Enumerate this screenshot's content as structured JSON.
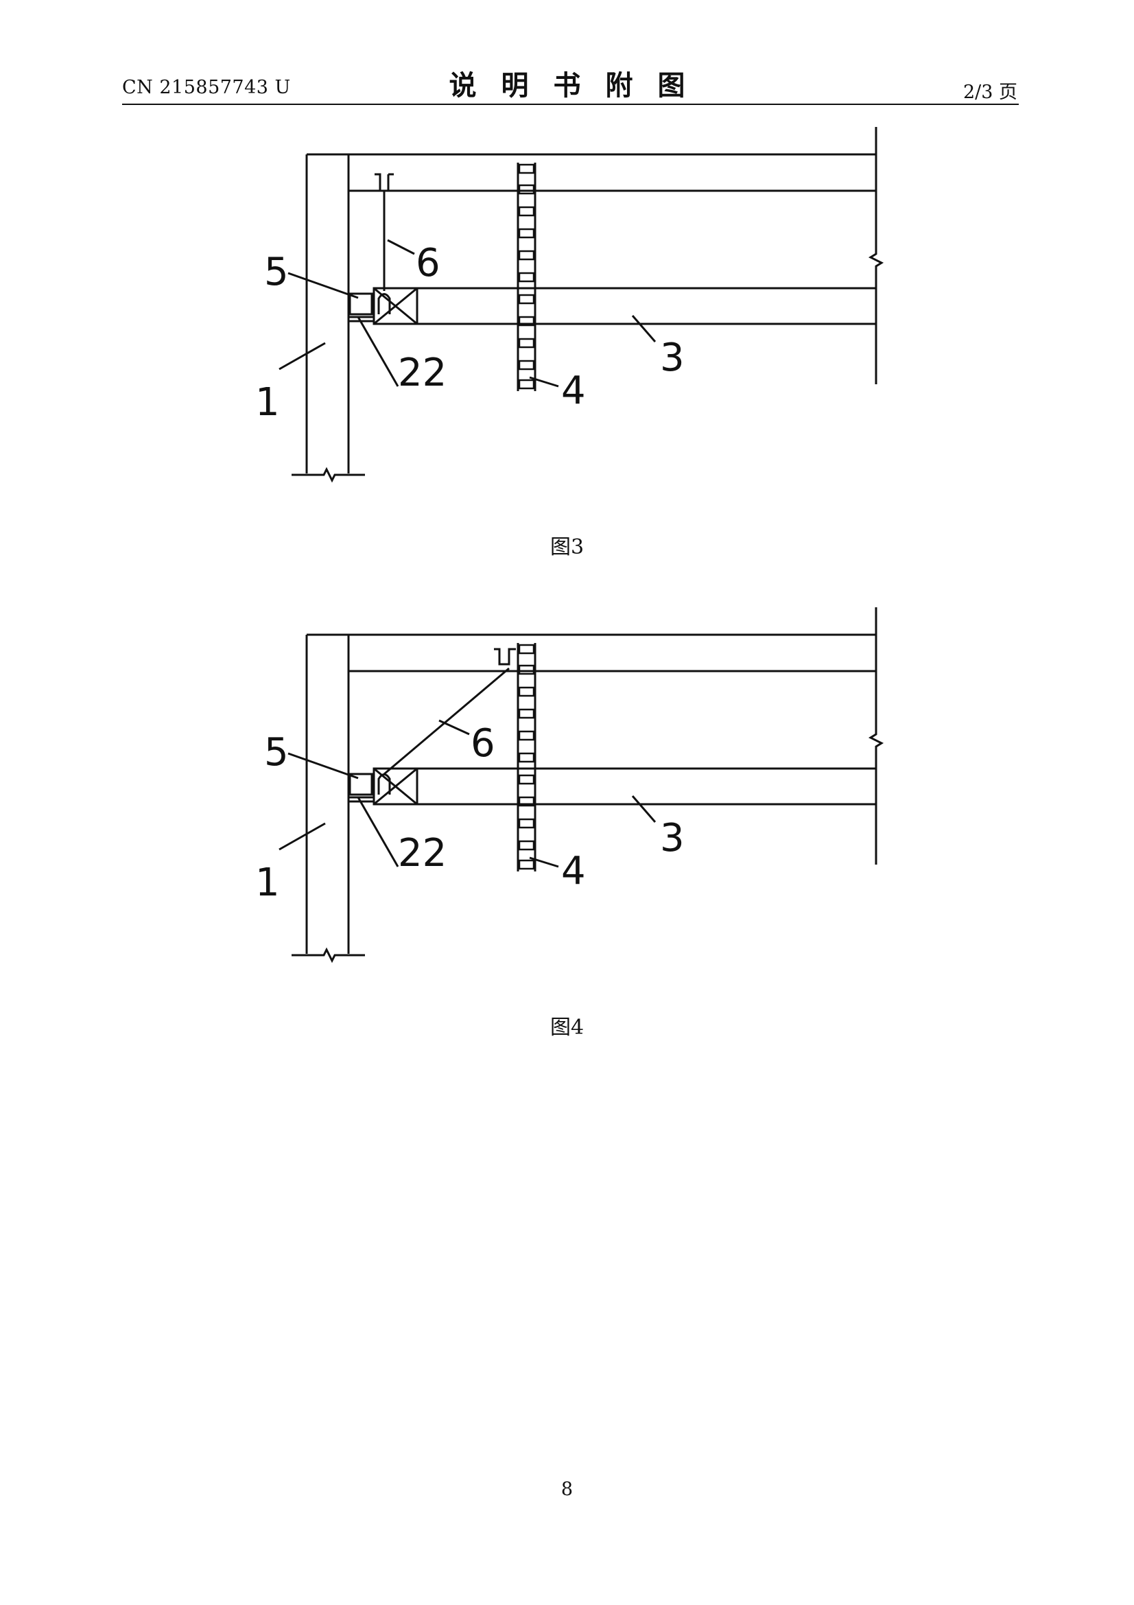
{
  "header": {
    "publication_number": "CN 215857743 U",
    "title": "说明书附图",
    "page_of_total": "2/3 页"
  },
  "figures": [
    {
      "caption": "图3",
      "labels": {
        "column": "1",
        "beam": "3",
        "chain": "4",
        "bracket": "5",
        "tie": "6",
        "plate": "22"
      }
    },
    {
      "caption": "图4",
      "labels": {
        "column": "1",
        "beam": "3",
        "chain": "4",
        "bracket": "5",
        "tie": "6",
        "plate": "22"
      }
    }
  ],
  "footer": {
    "page_number": "8"
  }
}
